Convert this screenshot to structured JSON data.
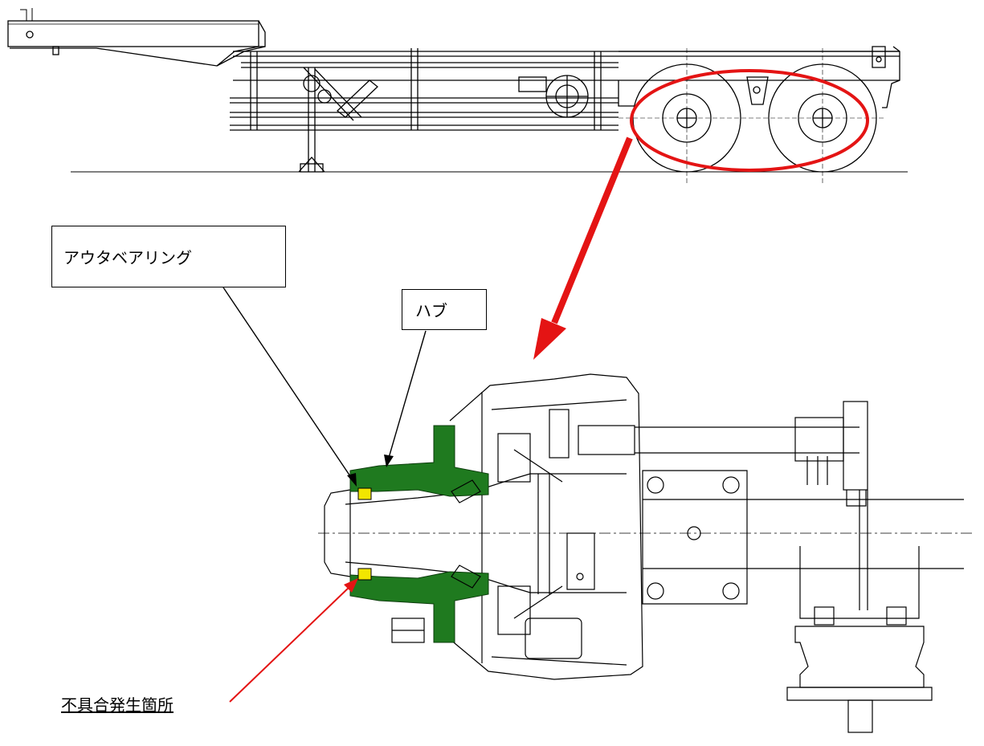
{
  "labels": {
    "outer_bearing": "アウタベアリング",
    "hub": "ハブ",
    "defect_location": "不具合発生箇所"
  },
  "colors": {
    "hub_fill": "#1f7a1f",
    "bearing_fill": "#f2e600",
    "highlight": "#e41414",
    "line": "#000000"
  }
}
